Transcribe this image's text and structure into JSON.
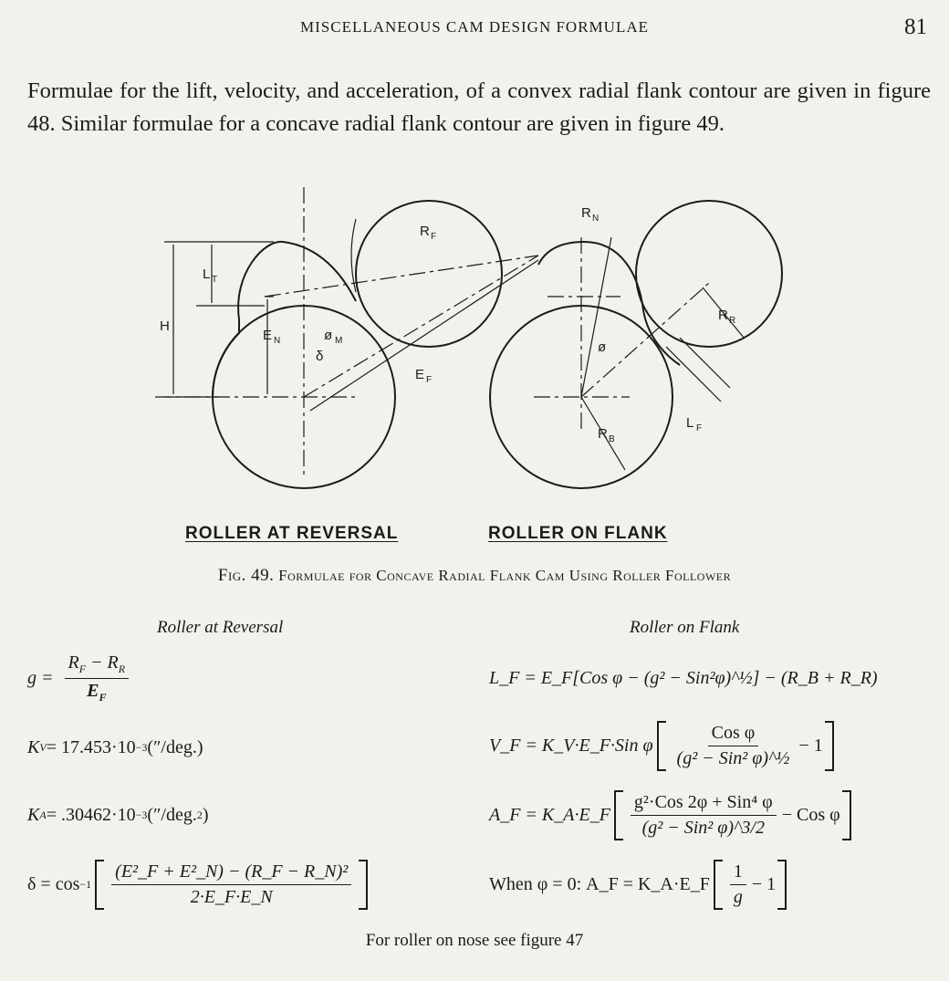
{
  "header": {
    "running_title": "MISCELLANEOUS CAM DESIGN FORMULAE",
    "page_number": "81"
  },
  "intro": "Formulae for the lift, velocity, and acceleration, of a convex radial flank contour are given in figure 48.  Similar formulae for a concave radial flank contour are given in figure 49.",
  "figure": {
    "labels": {
      "RF": "R",
      "RF_sub": "F",
      "RN": "R",
      "RN_sub": "N",
      "LT": "L",
      "LT_sub": "T",
      "H": "H",
      "EN": "E",
      "EN_sub": "N",
      "phiM": "ø",
      "phiM_sub": "M",
      "delta": "δ",
      "EF": "E",
      "EF_sub": "F",
      "phi": "ø",
      "RR": "R",
      "RR_sub": "R",
      "RB": "R",
      "RB_sub": "B",
      "LF": "L",
      "LF_sub": "F"
    },
    "caption_left": "ROLLER AT REVERSAL",
    "caption_right": "ROLLER ON FLANK",
    "fig_caption_prefix": "Fig. 49.",
    "fig_caption": "Formulae for Concave Radial Flank Cam Using Roller Follower"
  },
  "left": {
    "heading": "Roller at Reversal",
    "g": {
      "lhs": "g =",
      "num": "R",
      "num_sub1": "F",
      "num_mid": " − R",
      "num_sub2": "R",
      "den": "E",
      "den_sub": "F"
    },
    "kv": {
      "lhs": "K",
      "lhs_sub": "V",
      "rhs": " = 17.453·10",
      "exp": "−3",
      "unit": "(″/deg.)"
    },
    "ka": {
      "lhs": "K",
      "lhs_sub": "A",
      "rhs": " = .30462·10",
      "exp": "−3",
      "unit": "(″/deg.",
      "unit_exp": "2",
      "unit_close": ")"
    },
    "delta": {
      "lhs": "δ = cos",
      "exp": "−1",
      "num": "(E²_F + E²_N) − (R_F − R_N)²",
      "den": "2·E_F·E_N"
    }
  },
  "right": {
    "heading": "Roller on Flank",
    "lf": "L_F = E_F[Cos φ − (g² − Sin²φ)^½] − (R_B + R_R)",
    "vf": {
      "lhs": "V_F = K_V·E_F·Sin φ",
      "num": "Cos φ",
      "den": "(g² − Sin² φ)^½",
      "tail": "− 1"
    },
    "af": {
      "lhs": "A_F = K_A·E_F",
      "num": "g²·Cos 2φ + Sin⁴ φ",
      "den": "(g² − Sin² φ)^3/2",
      "tail": "− Cos φ"
    },
    "when": {
      "lhs": "When φ = 0:  A_F = K_A·E_F",
      "num": "1",
      "den": "g",
      "tail": "− 1"
    }
  },
  "footer": "For roller on nose see figure 47"
}
